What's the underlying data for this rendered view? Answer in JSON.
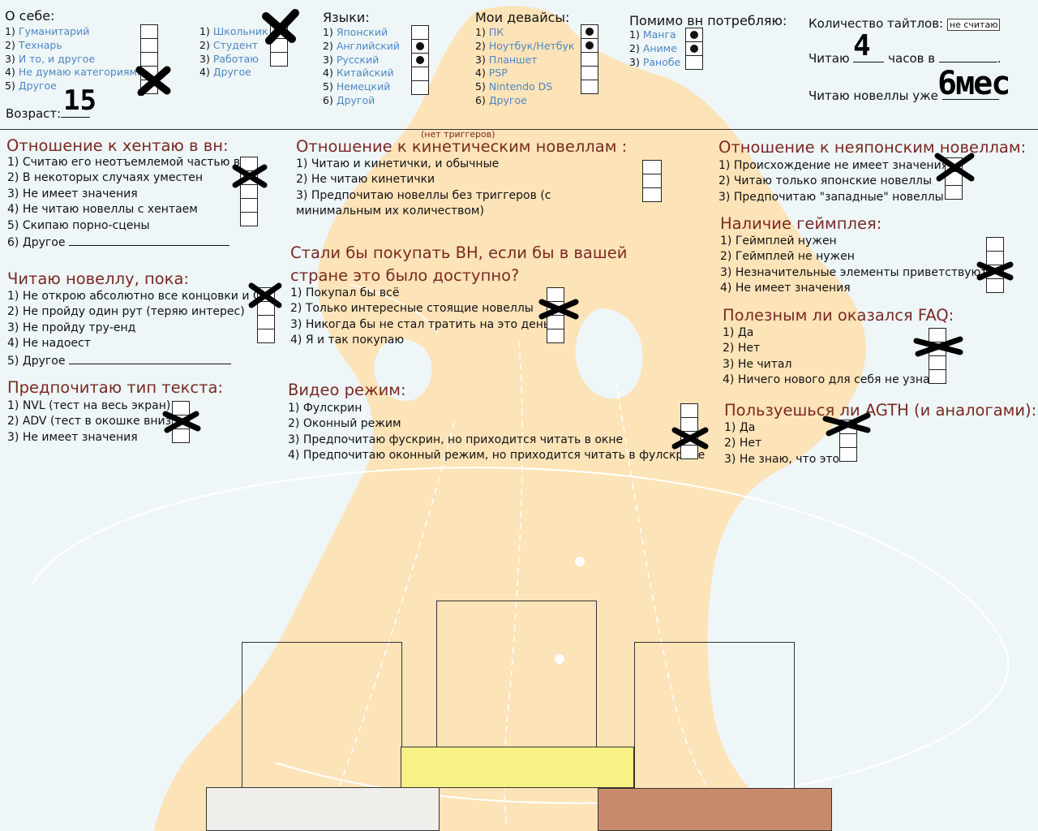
{
  "about": {
    "title": "О себе:",
    "items": [
      {
        "num": "1)",
        "text": "Гуманитарий"
      },
      {
        "num": "2)",
        "text": "Технарь"
      },
      {
        "num": "3)",
        "text": "И то, и другое"
      },
      {
        "num": "4)",
        "text": "Не думаю категориями"
      },
      {
        "num": "5)",
        "text": "Другое"
      }
    ],
    "age_label": "Возраст:",
    "age_value": "15"
  },
  "status": {
    "items": [
      {
        "num": "1)",
        "text": "Школьник"
      },
      {
        "num": "2)",
        "text": "Студент"
      },
      {
        "num": "3)",
        "text": "Работаю"
      },
      {
        "num": "4)",
        "text": "Другое"
      }
    ]
  },
  "languages": {
    "title": "Языки:",
    "items": [
      {
        "num": "1)",
        "text": "Японский"
      },
      {
        "num": "2)",
        "text": "Английский"
      },
      {
        "num": "3)",
        "text": "Русский"
      },
      {
        "num": "4)",
        "text": "Китайский"
      },
      {
        "num": "5)",
        "text": "Немецкий"
      },
      {
        "num": "6)",
        "text": "Другой"
      }
    ]
  },
  "devices": {
    "title": "Мои девайсы:",
    "items": [
      {
        "num": "1)",
        "text": "ПК"
      },
      {
        "num": "2)",
        "text": "Ноутбук/Нетбук"
      },
      {
        "num": "3)",
        "text": "Планшет"
      },
      {
        "num": "4)",
        "text": "PSP"
      },
      {
        "num": "5)",
        "text": "Nintendo DS"
      },
      {
        "num": "6)",
        "text": "Другое"
      }
    ]
  },
  "consume": {
    "title": "Помимо вн потребляю:",
    "items": [
      {
        "num": "1)",
        "text": "Манга"
      },
      {
        "num": "2)",
        "text": "Аниме"
      },
      {
        "num": "3)",
        "text": "Ранобе"
      }
    ]
  },
  "stats": {
    "titles_label": "Количество тайтлов:",
    "titles_value": "не считаю",
    "read_prefix": "Читаю",
    "read_hours": "4",
    "read_mid": "часов в",
    "read_end": ".",
    "since_label": "Читаю новеллы уже",
    "since_value": "6мес"
  },
  "hentai": {
    "title": "Отношение к хентаю в вн:",
    "items": [
      "1) Считаю его неотъемлемой частью вн",
      "2) В некоторых случаях уместен",
      "3) Не имеет значения",
      "4) Не читаю новеллы с хентаем",
      "5) Скипаю порно-сцены",
      "6) Другое"
    ]
  },
  "kinetic": {
    "footnote": "(нет триггеров)",
    "title": "Отношение к кинетическим новеллам :",
    "items": [
      "1) Читаю и кинетички, и обычные",
      "2) Не читаю кинетички",
      "3) Предпочитаю новеллы без триггеров (с минимальным их количеством)"
    ]
  },
  "nonjapanese": {
    "title": "Отношение к неяпонским новеллам:",
    "items": [
      "1) Происхождение не имеет значения",
      "2) Читаю только японские новеллы",
      "3) Предпочитаю \"западные\" новеллы"
    ]
  },
  "gameplay": {
    "title": "Наличие геймплея:",
    "items": [
      "1) Геймплей нужен",
      "2) Геймплей не нужен",
      "3) Незначительные элементы приветствуются",
      "4) Не имеет значения"
    ]
  },
  "readuntil": {
    "title": "Читаю новеллу, пока:",
    "items": [
      "1) Не открою абсолютно все концовки и CG",
      "2) Не пройду один рут (теряю интерес)",
      "3) Не пройду тру-енд",
      "4) Не надоест",
      "5) Другое"
    ]
  },
  "buy": {
    "title": "Стали бы покупать ВН, если бы в вашей стране это было доступно?",
    "items": [
      "1) Покупал бы всё",
      "2) Только интересные стоящие новеллы",
      "3) Никогда бы не стал тратить на это деньги",
      "4) Я и так покупаю"
    ]
  },
  "faq": {
    "title": "Полезным ли оказался FAQ:",
    "items": [
      "1) Да",
      "2) Нет",
      "3) Не читал",
      "4) Ничего нового для себя не узнал"
    ]
  },
  "texttype": {
    "title": "Предпочитаю  тип текста:",
    "items": [
      "1) NVL (тест на весь экран)",
      "2) ADV (тест в окошке внизу)",
      "3) Не имеет значения"
    ]
  },
  "video": {
    "title": "Видео режим:",
    "items": [
      "1) Фулскрин",
      "2) Оконный режим",
      "3) Предпочитаю фускрин, но приходится читать в окне",
      "4) Предпочитаю оконный режим, но приходится читать в фулскрине"
    ]
  },
  "agth": {
    "title": "Пользуешься ли AGTH (и аналогами):",
    "items": [
      "1) Да",
      "2) Нет",
      "3) Не знаю, что это"
    ]
  },
  "colors": {
    "bg": "#eef6f8",
    "silhouette": "#fde3b8",
    "title": "#7a2a22",
    "link": "#4d86c4",
    "yellow_block": "#f7f285",
    "grey_block": "#efeeea",
    "brown_block": "#c98a6c"
  }
}
